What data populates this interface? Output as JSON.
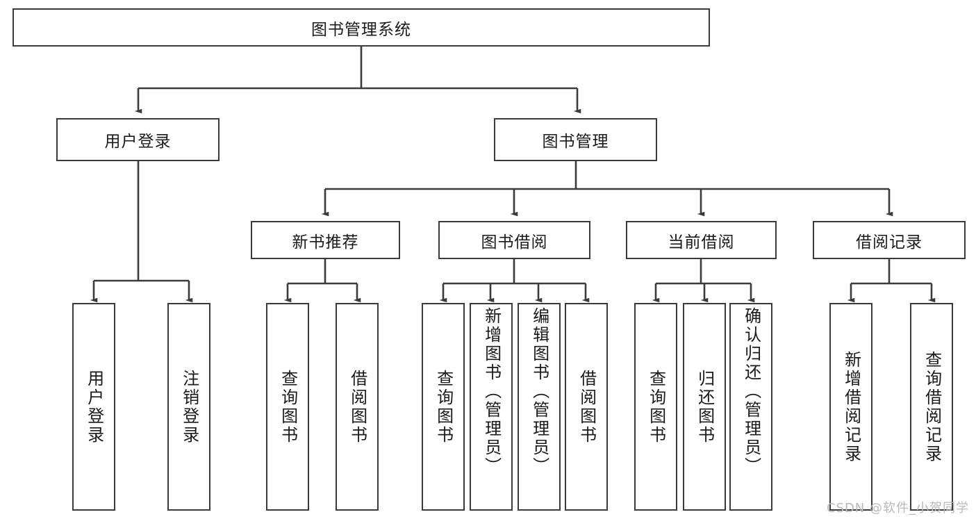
{
  "diagram": {
    "title": "图书管理系统",
    "type": "hierarchy-tree",
    "colors": {
      "node_border": "#3b3b3b",
      "node_fill": "#ffffff",
      "connector": "#3b3b3b",
      "watermark": "#b9b9b9"
    },
    "levels": {
      "root": {
        "label": "图书管理系统"
      },
      "level2": [
        {
          "id": "user-login",
          "label": "用户登录"
        },
        {
          "id": "book-manage",
          "label": "图书管理"
        }
      ],
      "level3": [
        {
          "id": "new-book-rec",
          "label": "新书推荐"
        },
        {
          "id": "book-borrow",
          "label": "图书借阅"
        },
        {
          "id": "current-borrow",
          "label": "当前借阅"
        },
        {
          "id": "borrow-record",
          "label": "借阅记录"
        }
      ],
      "leaves": [
        {
          "id": "leaf-user-login",
          "label": "用户登录",
          "parent": "user-login"
        },
        {
          "id": "leaf-logout",
          "label": "注销登录",
          "parent": "user-login"
        },
        {
          "id": "leaf-query-book-1",
          "label": "查询图书",
          "parent": "new-book-rec"
        },
        {
          "id": "leaf-borrow-book-1",
          "label": "借阅图书",
          "parent": "new-book-rec"
        },
        {
          "id": "leaf-query-book-2",
          "label": "查询图书",
          "parent": "book-borrow"
        },
        {
          "id": "leaf-add-book",
          "label": "新增图书（管理员）",
          "parent": "book-borrow"
        },
        {
          "id": "leaf-edit-book",
          "label": "编辑图书（管理员）",
          "parent": "book-borrow"
        },
        {
          "id": "leaf-borrow-book-2",
          "label": "借阅图书",
          "parent": "book-borrow"
        },
        {
          "id": "leaf-query-book-3",
          "label": "查询图书",
          "parent": "current-borrow"
        },
        {
          "id": "leaf-return-book",
          "label": "归还图书",
          "parent": "current-borrow"
        },
        {
          "id": "leaf-confirm-return",
          "label": "确认归还（管理员）",
          "parent": "current-borrow"
        },
        {
          "id": "leaf-add-record",
          "label": "新增借阅记录",
          "parent": "borrow-record"
        },
        {
          "id": "leaf-query-record",
          "label": "查询借阅记录",
          "parent": "borrow-record"
        }
      ]
    },
    "watermark": "CSDN @软件_小贺同学"
  }
}
